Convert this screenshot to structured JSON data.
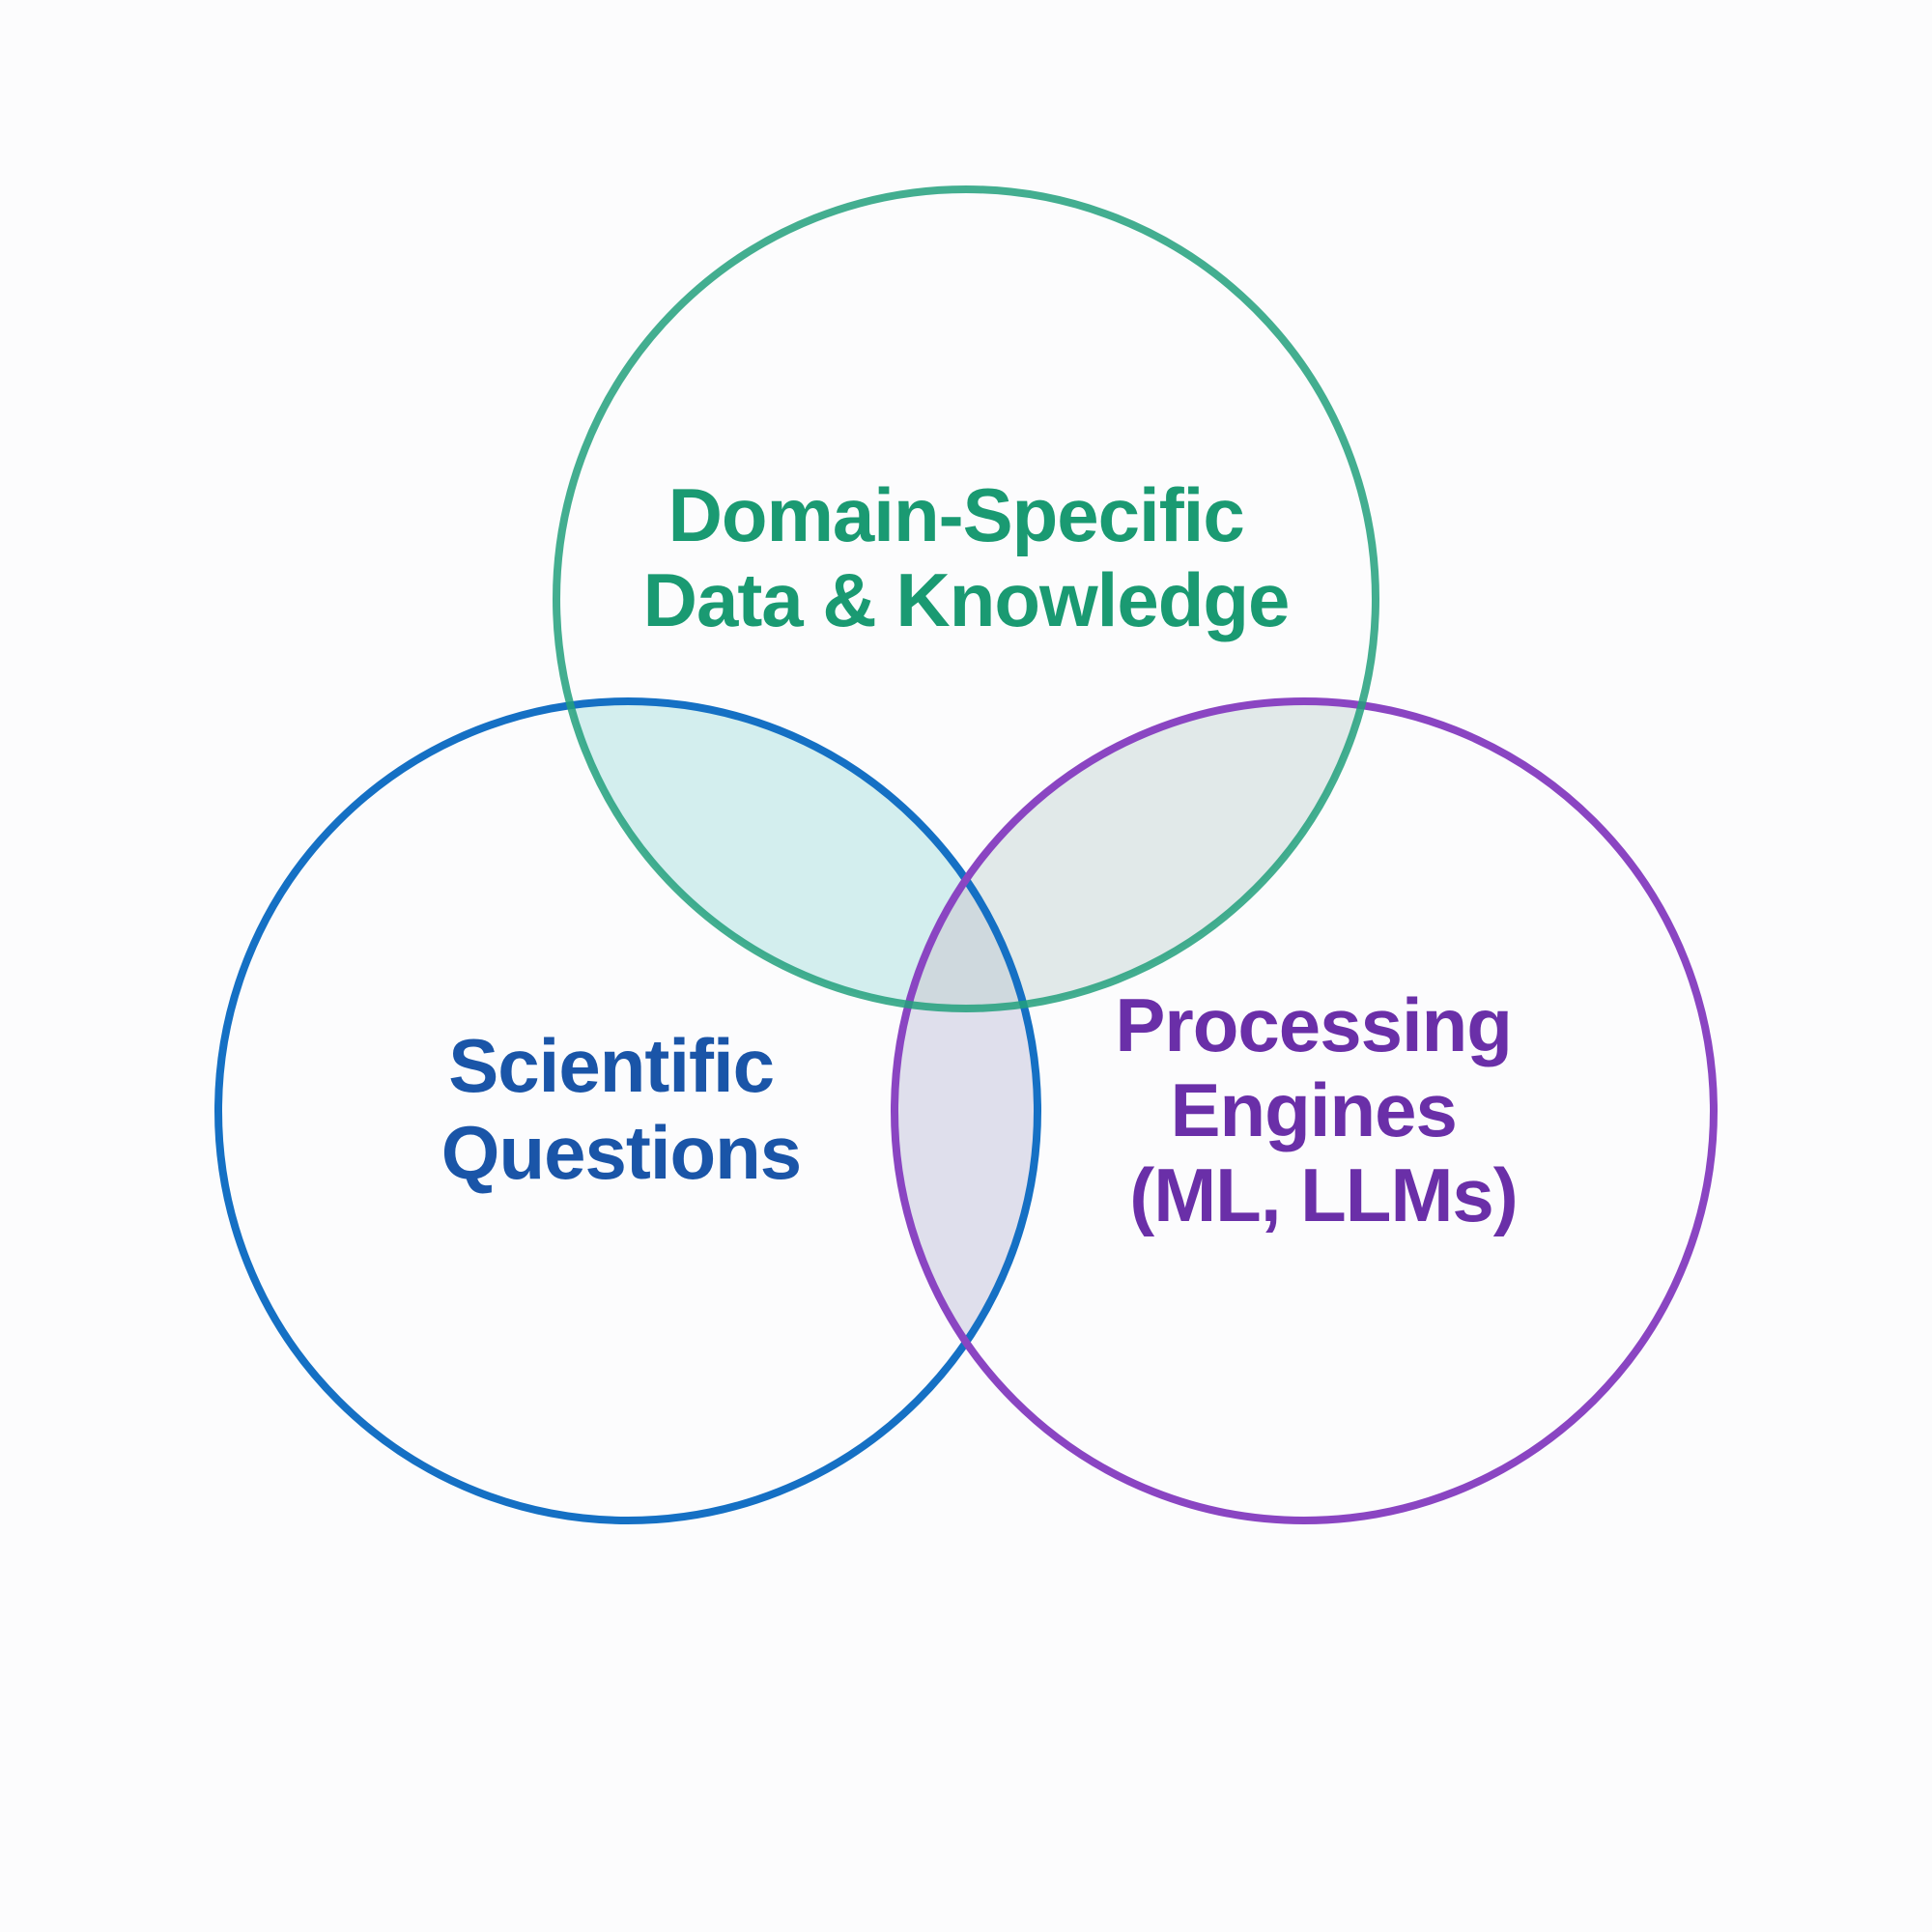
{
  "diagram": {
    "type": "venn",
    "sets": [
      {
        "id": "domain",
        "lines": [
          "Domain-Specific",
          "Data & Knowledge"
        ],
        "color": "#1a9a72"
      },
      {
        "id": "scientific",
        "lines": [
          "Scientific",
          "Questions"
        ],
        "color": "#1a55a8"
      },
      {
        "id": "processing",
        "lines": [
          "Processing",
          "Engines",
          "(ML, LLMs)"
        ],
        "color": "#6a2fa8"
      }
    ],
    "outline_colors": {
      "domain": "#22a07c",
      "scientific": "#1570c4",
      "processing": "#8a45c2"
    },
    "overlap_colors": {
      "domain_scientific": "#d3eeee",
      "domain_processing": "#e1e9e9",
      "scientific_processing": "#dfdfec",
      "all": "#cfd9de"
    }
  }
}
